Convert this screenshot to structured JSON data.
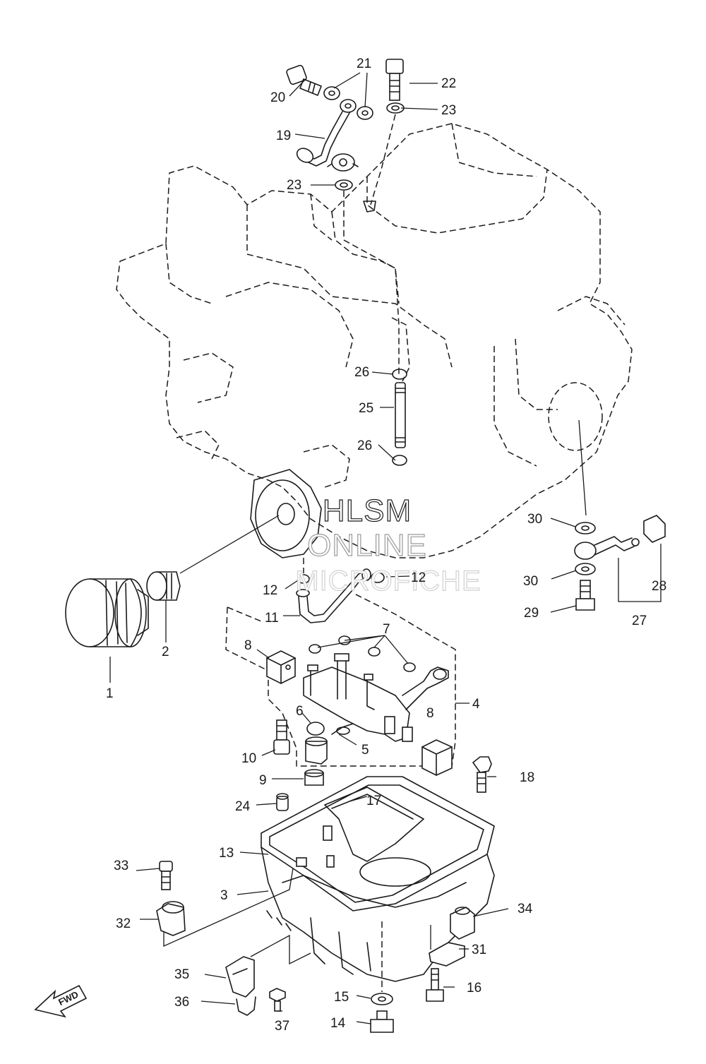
{
  "callouts": {
    "c1": "1",
    "c2": "2",
    "c3": "3",
    "c4": "4",
    "c5": "5",
    "c6": "6",
    "c7": "7",
    "c8a": "8",
    "c8b": "8",
    "c9": "9",
    "c10": "10",
    "c11": "11",
    "c12a": "12",
    "c12b": "12",
    "c13": "13",
    "c14": "14",
    "c15": "15",
    "c16": "16",
    "c17": "17",
    "c18": "18",
    "c19": "19",
    "c20": "20",
    "c21": "21",
    "c22": "22",
    "c23a": "23",
    "c23b": "23",
    "c24": "24",
    "c25": "25",
    "c26a": "26",
    "c26b": "26",
    "c27": "27",
    "c28": "28",
    "c29": "29",
    "c30a": "30",
    "c30b": "30",
    "c31": "31",
    "c32": "32",
    "c33": "33",
    "c34": "34",
    "c35": "35",
    "c36": "36",
    "c37": "37"
  },
  "watermark": {
    "line1": "HLSM",
    "line2": "ONLINE",
    "line3": "MICROFICHE"
  },
  "direction_label": "FWD",
  "colors": {
    "ink": "#1a1a1a",
    "paper": "#ffffff",
    "watermark_dark": "#9a9a9a",
    "watermark_light": "#d9d9d9"
  }
}
